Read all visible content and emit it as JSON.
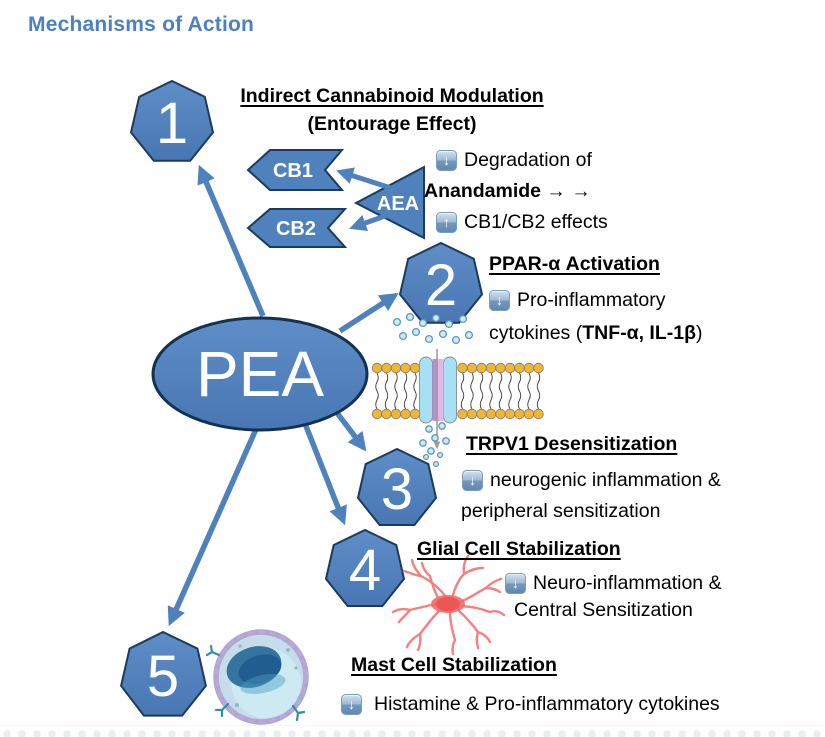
{
  "title": "Mechanisms of Action",
  "center": {
    "label": "PEA"
  },
  "icons": {
    "down_arrow": "↓",
    "up_arrow": "↑"
  },
  "mechanisms": {
    "m1": {
      "number": "1",
      "heading": "Indirect Cannabinoid Modulation",
      "subheading": "(Entourage Effect)",
      "receptors": {
        "cb1": "CB1",
        "cb2": "CB2",
        "ligand": "AEA"
      },
      "line1": "Degradation of",
      "line2": "Anandamide → →",
      "line3": "CB1/CB2 effects"
    },
    "m2": {
      "number": "2",
      "heading": "PPAR-α Activation",
      "line1": "Pro-inflammatory",
      "line2_pre": "cytokines (",
      "line2_bold": "TNF-α, IL-1β",
      "line2_post": ")"
    },
    "m3": {
      "number": "3",
      "heading": "TRPV1 Desensitization",
      "line1": "neurogenic inflammation &",
      "line2": "peripheral sensitization"
    },
    "m4": {
      "number": "4",
      "heading": "Glial Cell Stabilization",
      "line1": "Neuro-inflammation &",
      "line2": "Central Sensitization"
    },
    "m5": {
      "number": "5",
      "heading": "Mast Cell Stabilization",
      "line1": "Histamine & Pro-inflammatory cytokines"
    }
  },
  "colors": {
    "shape_fill": "#4f81bd",
    "shape_border": "#1c3a5e",
    "arrow_blue": "#4f81bd",
    "title_blue": "#4a80c4",
    "lipid_head": "#f2b632",
    "channel_cyan": "#a5e0f5",
    "channel_purple": "#b58fd6",
    "glial_red": "#f58080",
    "mast_nucleus": "#2f6f9f"
  }
}
